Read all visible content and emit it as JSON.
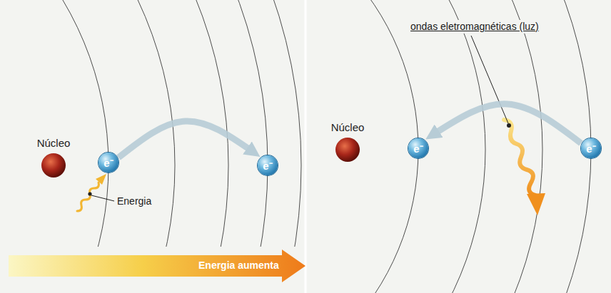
{
  "diagram": {
    "nodes": [
      {
        "text": [
          "Núcleo"
        ]
      },
      {
        "text": [
          "e⁻"
        ]
      },
      {
        "text": [
          "e⁻"
        ]
      },
      {
        "text": [
          "Núcleo"
        ]
      },
      {
        "text": [
          "e⁻"
        ]
      },
      {
        "text": [
          "e⁻"
        ]
      }
    ],
    "edges": [
      {
        "from": 1,
        "to": 2,
        "arrow": "to"
      },
      {
        "from": 5,
        "to": 4,
        "arrow": "to"
      }
    ],
    "labels": [
      "Energia",
      "Energia aumenta",
      "ondas eletromagnéticas (luz)"
    ]
  }
}
